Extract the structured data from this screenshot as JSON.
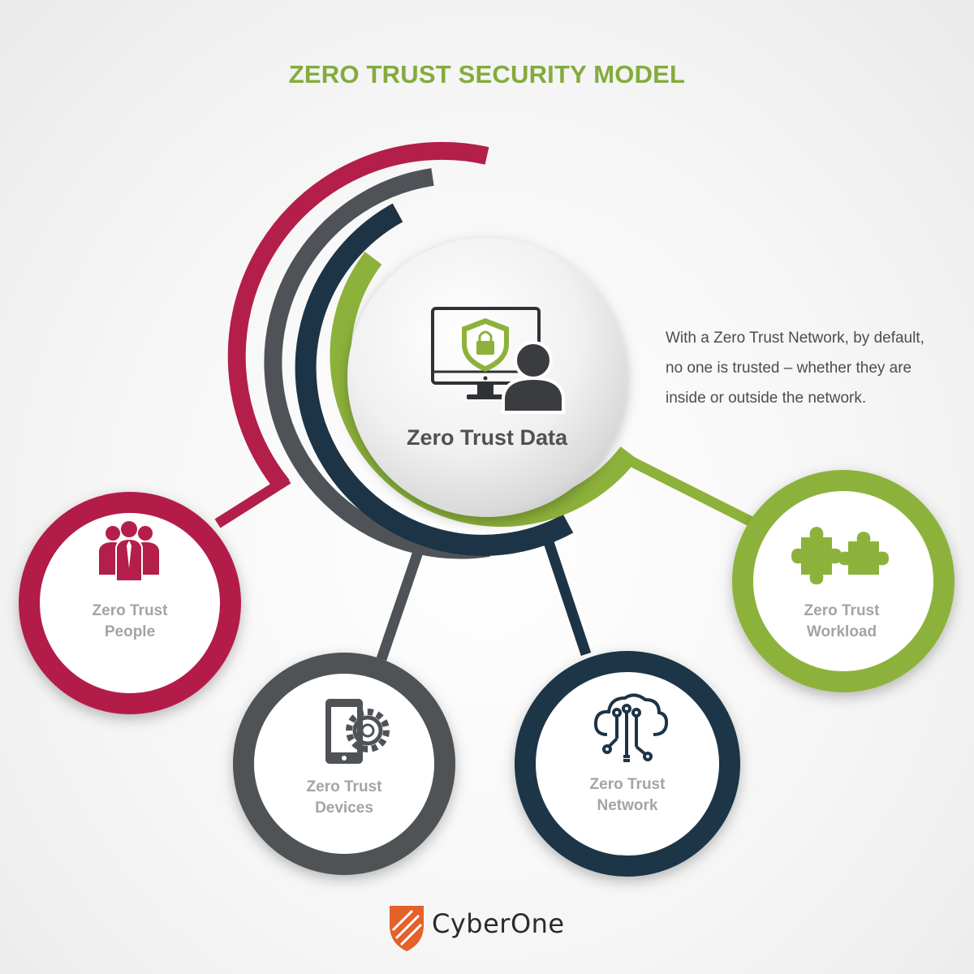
{
  "title": "ZERO TRUST SECURITY MODEL",
  "hub": {
    "label": "Zero Trust Data"
  },
  "description": {
    "lines": [
      "With a Zero Trust Network, by default,",
      "no one is trusted – whether they are",
      "inside or outside the network."
    ]
  },
  "nodes": {
    "people": {
      "line1": "Zero Trust",
      "line2": "People"
    },
    "devices": {
      "line1": "Zero Trust",
      "line2": "Devices"
    },
    "network": {
      "line1": "Zero Trust",
      "line2": "Network"
    },
    "workload": {
      "line1": "Zero Trust",
      "line2": "Workload"
    }
  },
  "footer": {
    "brand": "CyberOne"
  },
  "colors": {
    "title_green": "#84ab3c",
    "crimson": "#b31f4a",
    "slate": "#4f5357",
    "navy": "#1d3447",
    "green": "#8db23b",
    "brand_orange": "#e4612a"
  },
  "icons": {
    "hub": "monitor-shield-lock-user-icon",
    "people": "people-group-icon",
    "devices": "tablet-gear-icon",
    "network": "cloud-circuit-icon",
    "workload": "puzzle-pieces-icon",
    "brand": "shield-logo-icon"
  }
}
